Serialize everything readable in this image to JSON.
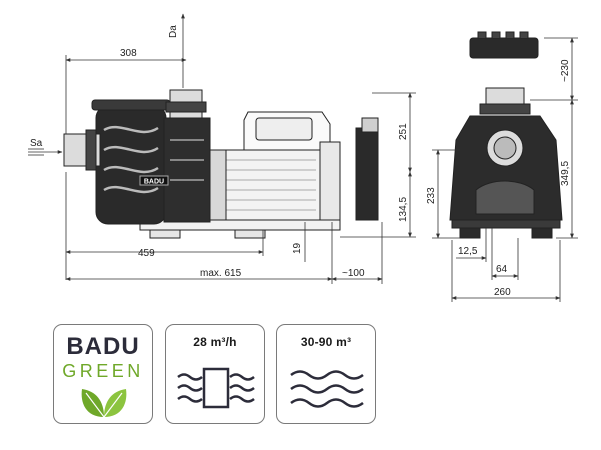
{
  "labels": {
    "da": "Da",
    "sa": "Sa",
    "d308": "308",
    "d459": "459",
    "d_max615": "max. 615",
    "d19": "19",
    "d100": "~100",
    "d251": "251",
    "d134": "134,5",
    "d230": "~230",
    "d349": "349,5",
    "d233": "233",
    "d12_5": "12,5",
    "d64": "64",
    "d260": "260",
    "pump_badge": "BADU"
  },
  "badges": {
    "badu_line1": "BADU",
    "badu_line2": "GREEN",
    "flow": "28 m³/h",
    "volume": "30-90 m³"
  },
  "colors": {
    "line": "#333333",
    "part_dark": "#1e1e1e",
    "green": "#6fa829",
    "navy": "#2c2c3a"
  },
  "icons": [
    "leaf-icon",
    "pump-flow-icon",
    "water-waves-icon"
  ]
}
